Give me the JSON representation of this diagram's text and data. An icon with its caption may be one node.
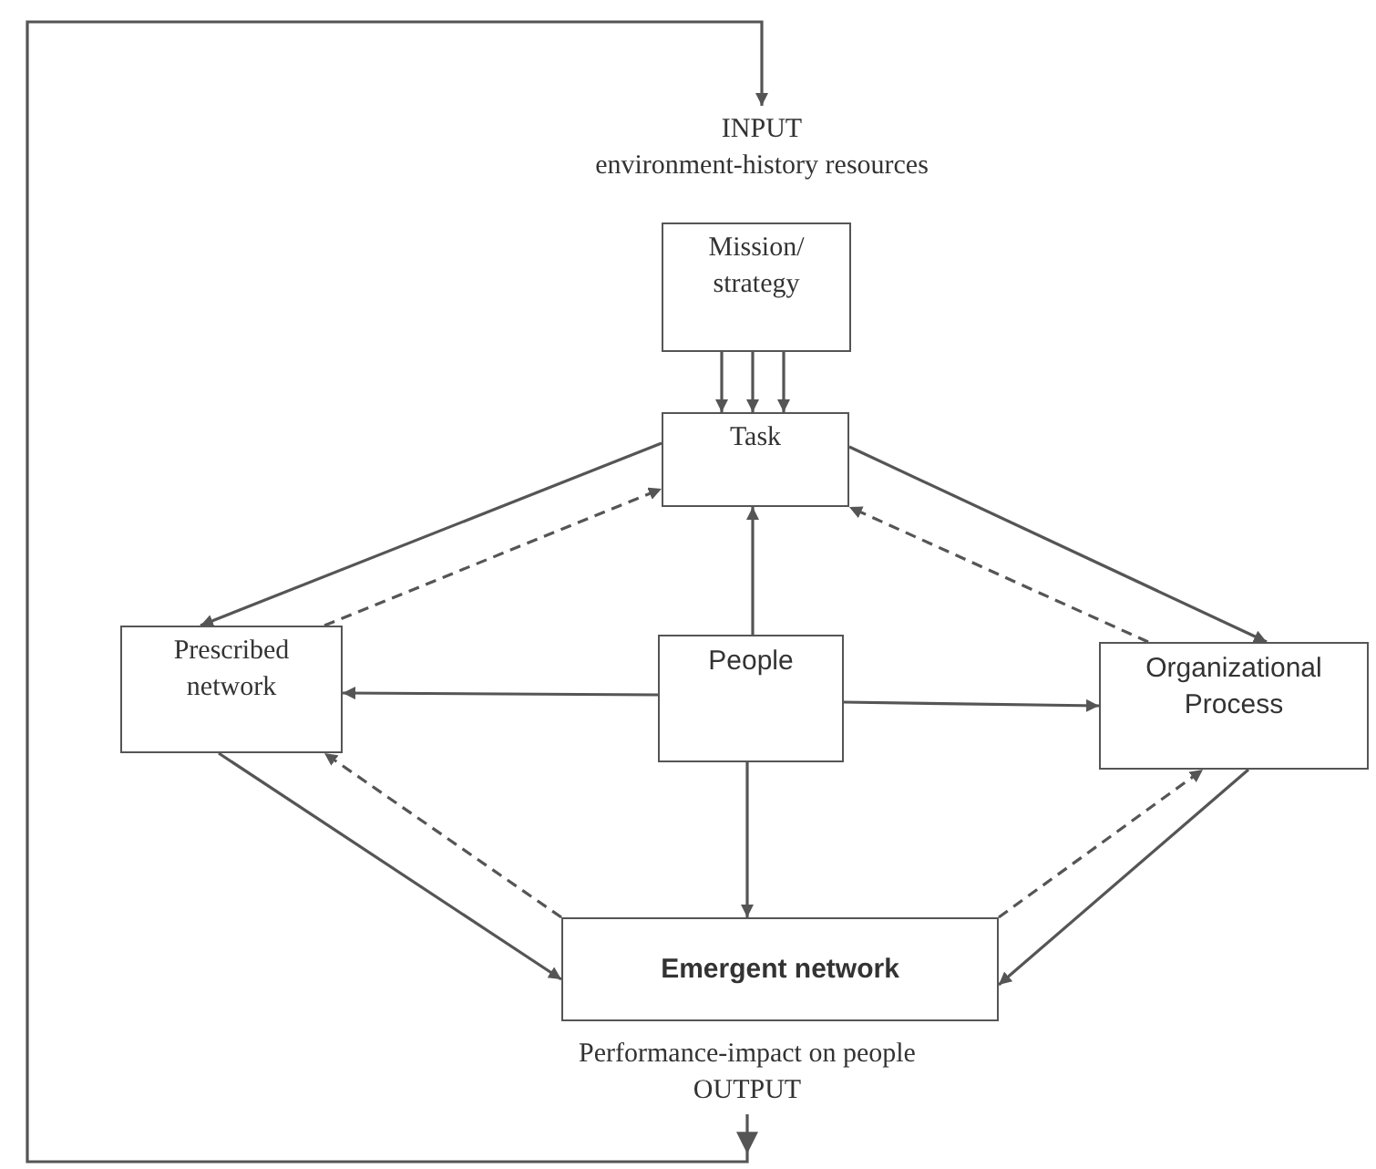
{
  "diagram": {
    "nodes": [
      {
        "text": [
          "INPUT",
          "environment-history resources"
        ]
      },
      {
        "text": [
          "Mission/ strategy"
        ]
      },
      {
        "text": [
          "Task"
        ]
      },
      {
        "text": [
          "Prescribed network"
        ]
      },
      {
        "text": [
          "People"
        ]
      },
      {
        "text": [
          "Organizational Process"
        ]
      },
      {
        "text": [
          "Emergent network"
        ]
      },
      {
        "text": [
          "Performance-impact on people",
          "OUTPUT"
        ]
      }
    ],
    "edges": [
      {
        "from": 1,
        "to": 2,
        "arrow": "to"
      },
      {
        "from": 1,
        "to": 2,
        "arrow": "to"
      },
      {
        "from": 1,
        "to": 2,
        "arrow": "to"
      },
      {
        "from": 2,
        "to": 3,
        "arrow": "to"
      },
      {
        "from": 3,
        "to": 2,
        "arrow": "to",
        "style": "dashed"
      },
      {
        "from": 2,
        "to": 5,
        "arrow": "to"
      },
      {
        "from": 5,
        "to": 2,
        "arrow": "to",
        "style": "dashed"
      },
      {
        "from": 4,
        "to": 2,
        "arrow": "to"
      },
      {
        "from": 4,
        "to": 3,
        "arrow": "to"
      },
      {
        "from": 4,
        "to": 5,
        "arrow": "to"
      },
      {
        "from": 4,
        "to": 6,
        "arrow": "to"
      },
      {
        "from": 3,
        "to": 6,
        "arrow": "to"
      },
      {
        "from": 6,
        "to": 3,
        "arrow": "to",
        "style": "dashed"
      },
      {
        "from": 5,
        "to": 6,
        "arrow": "to"
      },
      {
        "from": 6,
        "to": 5,
        "arrow": "to",
        "style": "dashed"
      },
      {
        "from": 7,
        "to": 0,
        "arrow": "to"
      }
    ]
  }
}
